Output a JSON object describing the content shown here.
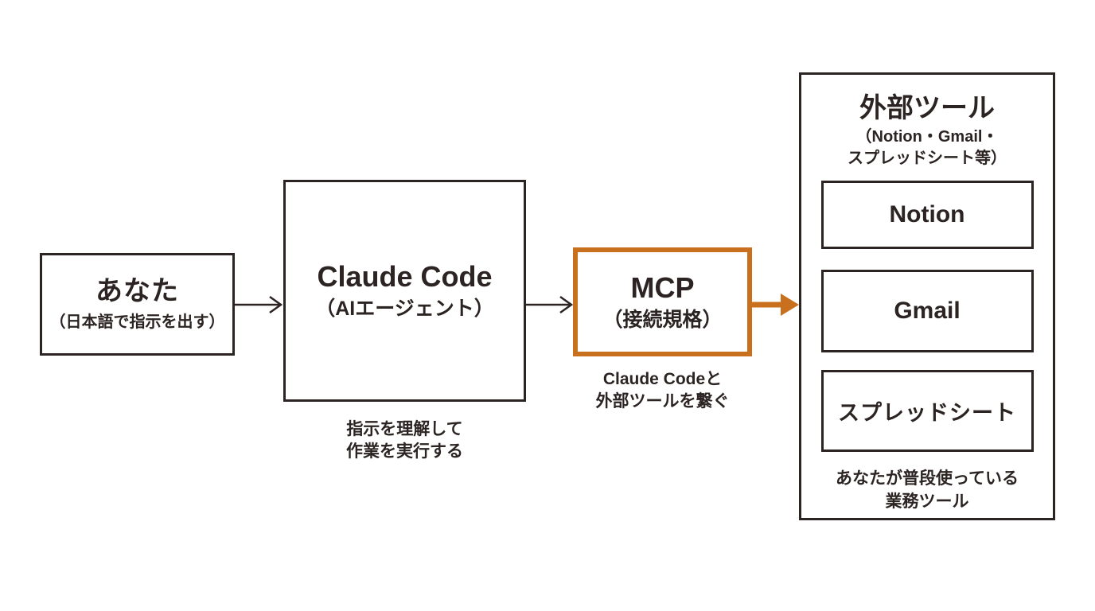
{
  "diagram": {
    "colors": {
      "line": "#2b2422",
      "accent_orange": "#c8701e",
      "background": "#ffffff"
    },
    "you_box": {
      "title": "あなた",
      "subtitle": "（日本語で指示を出す）"
    },
    "claude_box": {
      "title": "Claude Code",
      "subtitle": "（AIエージェント）",
      "caption": {
        "line1": "指示を理解して",
        "line2": "作業を実行する"
      }
    },
    "mcp_box": {
      "title": "MCP",
      "subtitle": "（接続規格）",
      "caption": {
        "line1": "Claude Codeと",
        "line2": "外部ツールを繋ぐ"
      }
    },
    "tools_box": {
      "title": "外部ツール",
      "subtitle": {
        "line1": "（Notion・Gmail・",
        "line2": "スプレッドシート等）"
      },
      "items": [
        {
          "label": "Notion"
        },
        {
          "label": "Gmail"
        },
        {
          "label": "スプレッドシート"
        }
      ],
      "caption": {
        "line1": "あなたが普段使っている",
        "line2": "業務ツール"
      }
    }
  }
}
